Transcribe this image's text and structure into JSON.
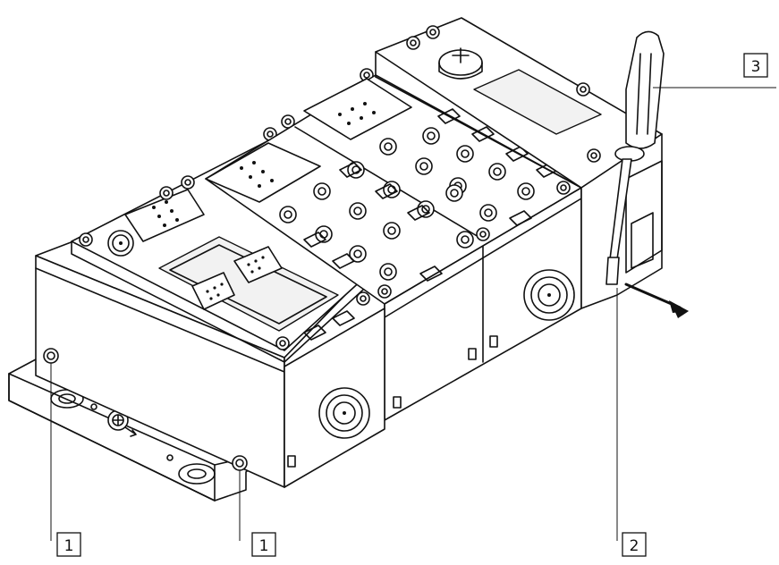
{
  "callouts": [
    {
      "id": "callout-1-left",
      "number": "1"
    },
    {
      "id": "callout-1-right",
      "number": "1"
    },
    {
      "id": "callout-2",
      "number": "2"
    },
    {
      "id": "callout-3",
      "number": "3"
    }
  ],
  "colors": {
    "line": "#111111",
    "background": "#ffffff"
  }
}
